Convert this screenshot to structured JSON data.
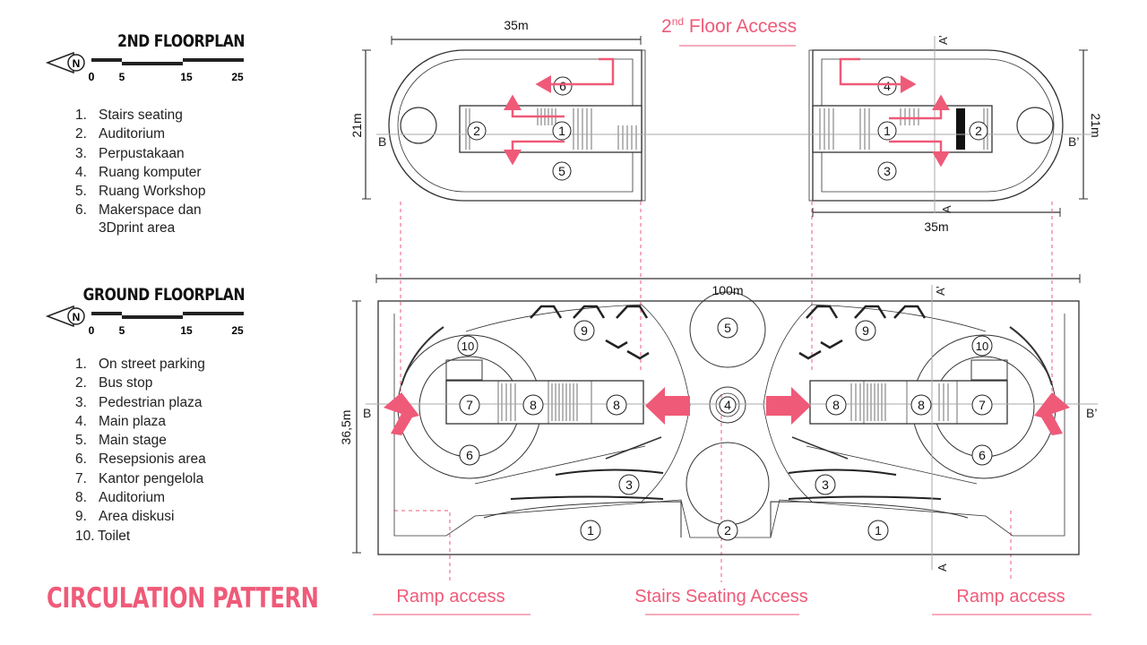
{
  "second_floor": {
    "heading": "2ND FLOORPLAN",
    "north": "N",
    "scale": [
      "0",
      "5",
      "15",
      "25"
    ],
    "legend": [
      {
        "n": "1.",
        "t": "Stairs seating"
      },
      {
        "n": "2.",
        "t": "Auditorium"
      },
      {
        "n": "3.",
        "t": "Perpustakaan"
      },
      {
        "n": "4.",
        "t": "Ruang komputer"
      },
      {
        "n": "5.",
        "t": "Ruang Workshop"
      },
      {
        "n": "6.",
        "t": "Makerspace dan"
      },
      {
        "n": "",
        "t": "3Dprint area"
      }
    ],
    "access_title_main": "2",
    "access_title_sup": "nd",
    "access_title_rest": " Floor Access",
    "dim_left": "35m",
    "dim_right": "35m",
    "dim_h_left": "21m",
    "dim_h_right": "21m",
    "section_b": "B",
    "section_b2": "B’",
    "section_a": "A",
    "section_a2": "A’",
    "rooms_left": [
      "6",
      "1",
      "2",
      "5"
    ],
    "rooms_right": [
      "4",
      "1",
      "2",
      "3"
    ]
  },
  "ground_floor": {
    "heading": "GROUND FLOORPLAN",
    "north": "N",
    "scale": [
      "0",
      "5",
      "15",
      "25"
    ],
    "legend": [
      {
        "n": "1.",
        "t": "On street parking"
      },
      {
        "n": "2.",
        "t": "Bus stop"
      },
      {
        "n": "3.",
        "t": "Pedestrian plaza"
      },
      {
        "n": "4.",
        "t": "Main plaza"
      },
      {
        "n": "5.",
        "t": "Main stage"
      },
      {
        "n": "6.",
        "t": "Resepsionis area"
      },
      {
        "n": "7.",
        "t": "Kantor pengelola"
      },
      {
        "n": "8.",
        "t": "Auditorium"
      },
      {
        "n": "9.",
        "t": "Area diskusi"
      },
      {
        "n": "10.",
        "t": "Toilet"
      }
    ],
    "dim_width": "100m",
    "dim_height": "36,5m",
    "section_b": "B",
    "section_b2": "B’",
    "section_a": "A",
    "section_a2": "A’",
    "rooms": [
      "5",
      "9",
      "9",
      "10",
      "10",
      "7",
      "8",
      "8",
      "4",
      "8",
      "8",
      "7",
      "6",
      "6",
      "3",
      "3",
      "1",
      "2",
      "1"
    ]
  },
  "circulation": {
    "title": "CIRCULATION PATTERN",
    "ramp_left": "Ramp access",
    "stairs": "Stairs Seating Access",
    "ramp_right": "Ramp access"
  },
  "colors": {
    "accent": "#ef5a78",
    "line": "#333333"
  }
}
